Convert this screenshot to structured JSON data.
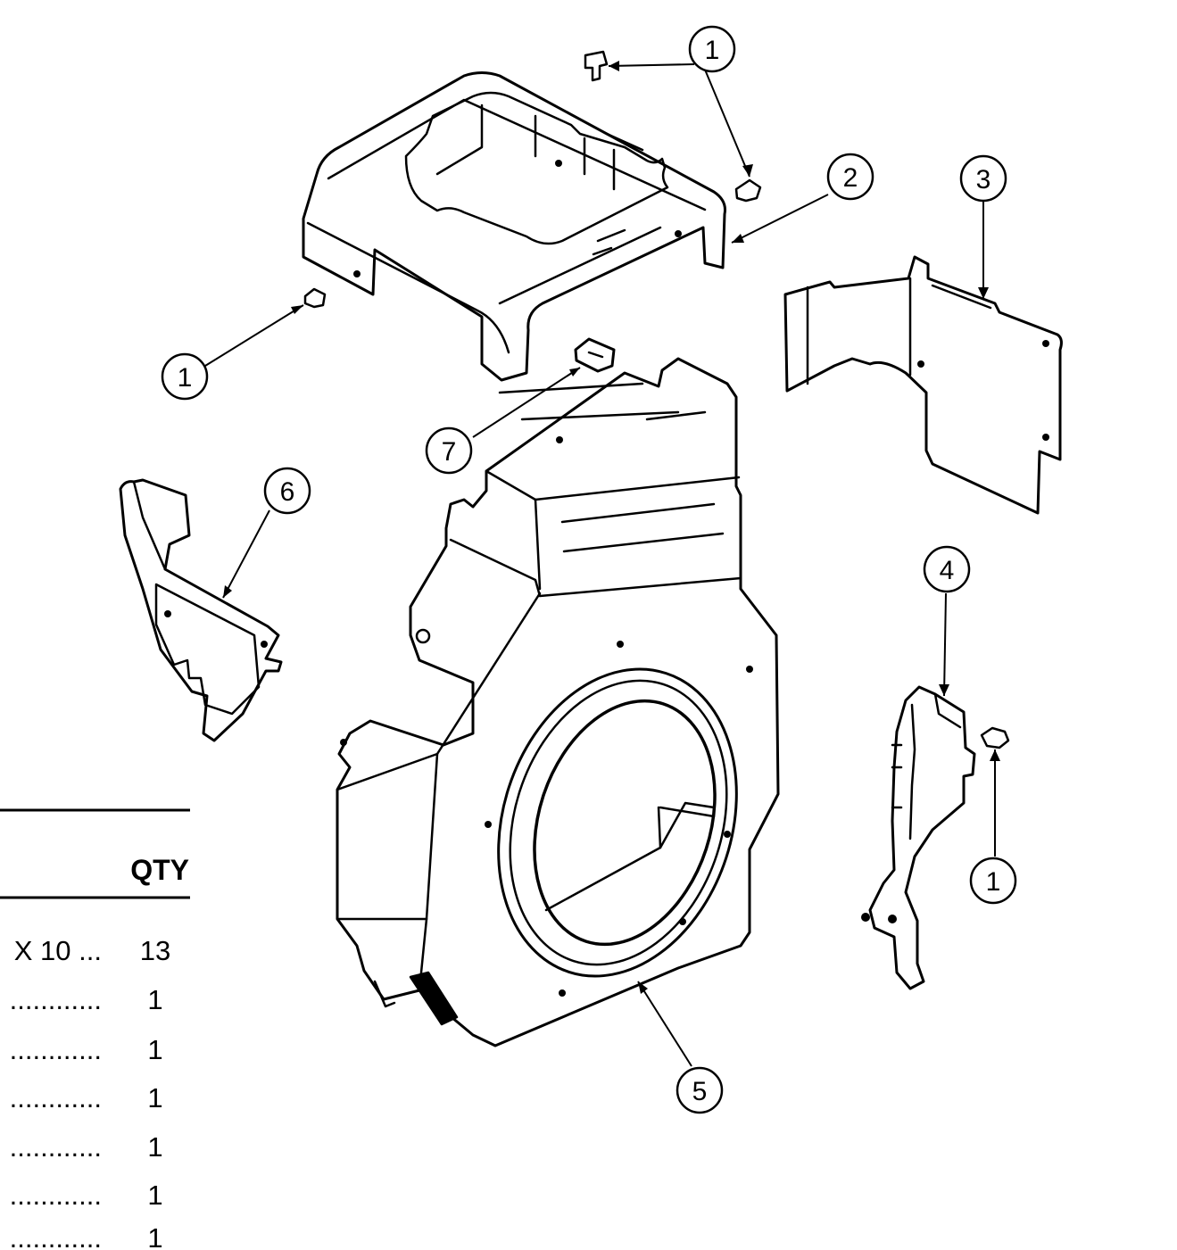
{
  "callouts": [
    {
      "id": "callout-1-top",
      "label": "1"
    },
    {
      "id": "callout-2",
      "label": "2"
    },
    {
      "id": "callout-3",
      "label": "3"
    },
    {
      "id": "callout-1-left",
      "label": "1"
    },
    {
      "id": "callout-7",
      "label": "7"
    },
    {
      "id": "callout-6",
      "label": "6"
    },
    {
      "id": "callout-4",
      "label": "4"
    },
    {
      "id": "callout-1-right",
      "label": "1"
    },
    {
      "id": "callout-5",
      "label": "5"
    }
  ],
  "parts_table": {
    "qty_header": "QTY",
    "rows": [
      {
        "desc": "X 10 ...",
        "qty": "13"
      },
      {
        "desc": "............",
        "qty": "1"
      },
      {
        "desc": "............",
        "qty": "1"
      },
      {
        "desc": "............",
        "qty": "1"
      },
      {
        "desc": "............",
        "qty": "1"
      },
      {
        "desc": "............",
        "qty": "1"
      },
      {
        "desc": "............",
        "qty": "1"
      }
    ]
  }
}
